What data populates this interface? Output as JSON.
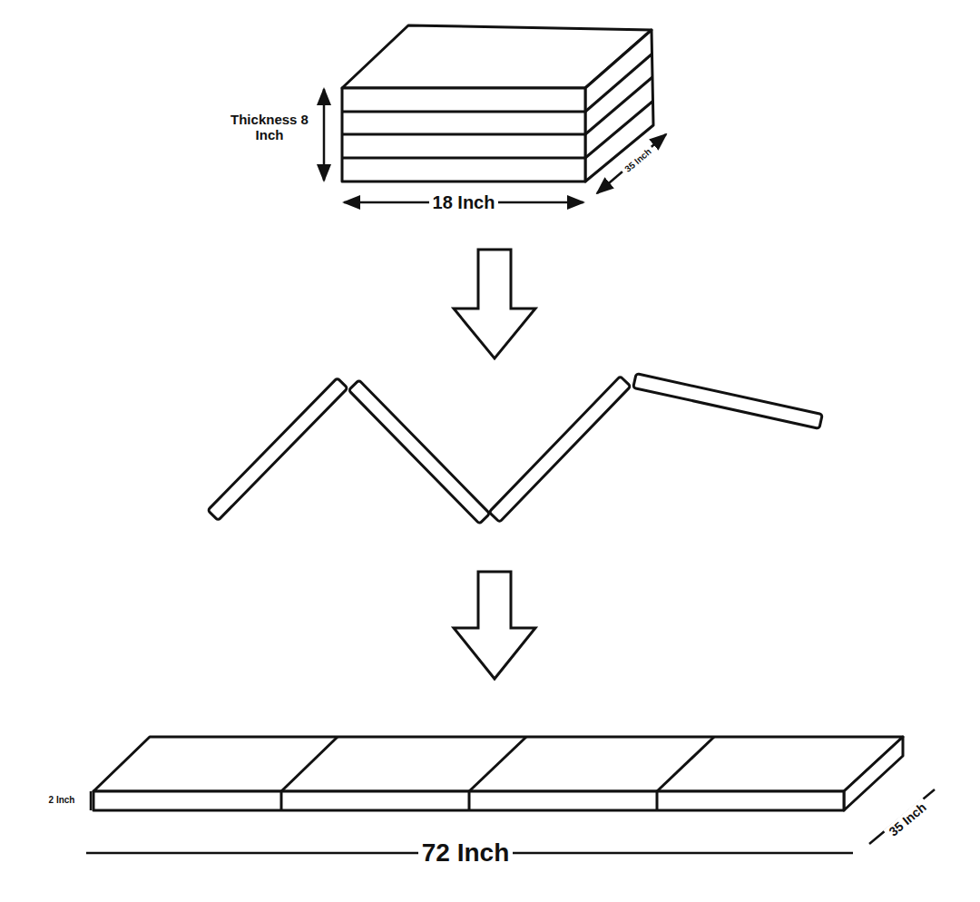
{
  "diagram": {
    "labels": [
      "Thickness 8 Inch",
      "18 Inch",
      "35 Inch",
      "2 Inch",
      "72 Inch",
      "35 Inch"
    ]
  }
}
